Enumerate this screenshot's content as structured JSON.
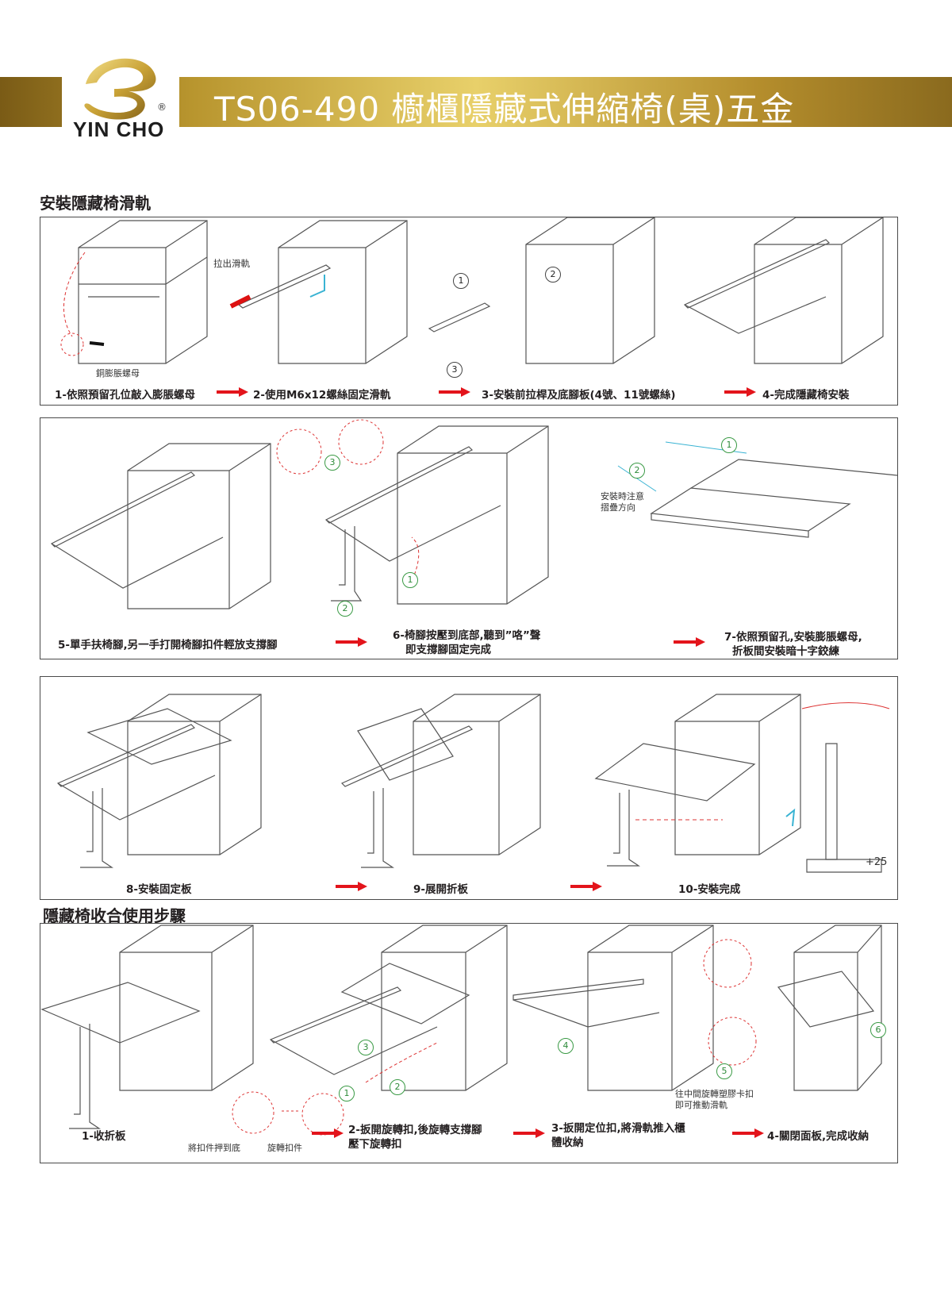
{
  "brand": {
    "name": "YIN CHO",
    "reg": "®"
  },
  "title": "TS06-490 櫥櫃隱藏式伸縮椅(桌)五金",
  "section1": {
    "title": "安裝隱藏椅滑軌",
    "labels": {
      "pull_rail": "拉出滑軌",
      "copper_nut": "銅膨脹螺母"
    },
    "steps": [
      "1-依照預留孔位敲入膨脹螺母",
      "2-使用M6x12螺絲固定滑軌",
      "3-安裝前拉桿及底腳板(4號、11號螺絲)",
      "4-完成隱藏椅安裝"
    ]
  },
  "section2": {
    "labels": {
      "fold_note_1": "安裝時注意",
      "fold_note_2": "摺疊方向"
    },
    "steps": [
      "5-單手扶椅腳,另一手打開椅腳扣件輕放支撐腳",
      "6-椅腳按壓到底部,聽到”咯”聲",
      "即支撐腳固定完成",
      "7-依照預留孔,安裝膨脹螺母,",
      "折板間安裝暗十字鉸練"
    ]
  },
  "section3": {
    "steps": [
      "8-安裝固定板",
      "9-展開折板",
      "10-安裝完成"
    ],
    "adjust": "+25"
  },
  "section4": {
    "title": "隱藏椅收合使用步驟",
    "labels": {
      "press": "將扣件押到底",
      "rotate": "旋轉扣件",
      "rotate_note_1": "往中間旋轉塑膠卡扣",
      "rotate_note_2": "即可推動滑軌"
    },
    "steps": [
      "1-收折板",
      "2-扳開旋轉扣,後旋轉支撐腳",
      "壓下旋轉扣",
      "3-扳開定位扣,將滑軌推入櫃",
      "體收納",
      "4-關閉面板,完成收納"
    ]
  },
  "numbers": [
    "1",
    "2",
    "3",
    "4",
    "5",
    "6"
  ],
  "colors": {
    "gold": "#b8952e",
    "red_arrow": "#e3141b",
    "green": "#3a9a45",
    "cyan": "#39b3d3"
  }
}
